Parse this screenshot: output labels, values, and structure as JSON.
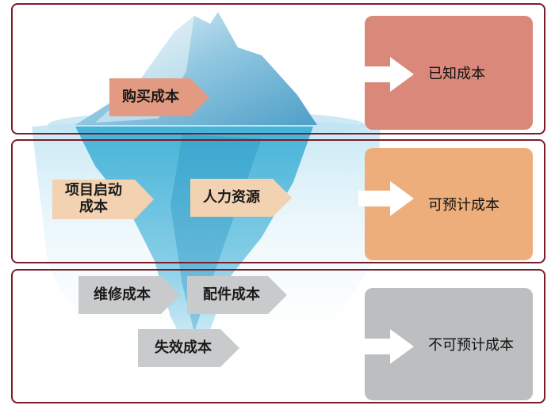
{
  "diagram": {
    "layers": [
      {
        "level": "top",
        "category": "已知成本",
        "items": [
          "购买成本"
        ]
      },
      {
        "level": "middle",
        "category": "可预计成本",
        "items": [
          "项目启动\n成本",
          "人力资源"
        ]
      },
      {
        "level": "bottom",
        "category": "不可预计成本",
        "items": [
          "维修成本",
          "配件成本",
          "失效成本"
        ]
      }
    ]
  },
  "labels": {
    "purchase": "购买成本",
    "project_start_l1": "项目启动",
    "project_start_l2": "成本",
    "human_resources": "人力资源",
    "maintenance": "维修成本",
    "parts": "配件成本",
    "failure": "失效成本",
    "known": "已知成本",
    "predictable": "可预计成本",
    "unpredictable": "不可预计成本"
  },
  "colors": {
    "border": "#7a1e2a",
    "known_box": "#d9887a",
    "predictable_box": "#eeae7c",
    "unpredictable_box": "#bcbec0",
    "tag_known": "#e39a82",
    "tag_predictable": "#f2d2b0",
    "tag_unpredictable": "#c9cacc",
    "ice_top": "#6fb6d9",
    "ice_under": "#2f9fc7"
  }
}
